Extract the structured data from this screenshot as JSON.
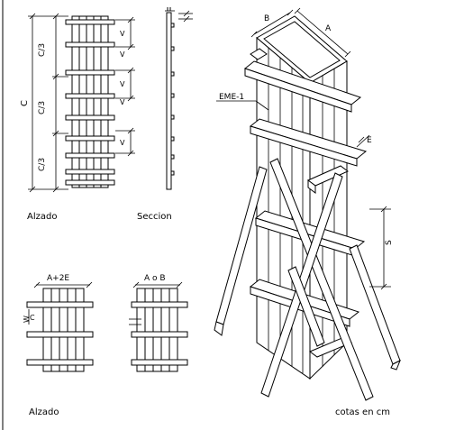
{
  "labels": {
    "alzado_top": "Alzado",
    "seccion": "Seccion",
    "alzado_bottom": "Alzado",
    "cotas": "cotas en cm",
    "eme": "EME-1"
  },
  "dims": {
    "c_total": "C",
    "c_third_1": "C/3",
    "c_third_2": "C/3",
    "c_third_3": "C/3",
    "v": "V",
    "e": "E",
    "a": "A",
    "b": "B",
    "s": "S",
    "a_plus_2e": "A+2E",
    "a_or_b": "A o B",
    "w": "W",
    "c": "C"
  },
  "colors": {
    "line": "#000000",
    "background": "#ffffff"
  }
}
